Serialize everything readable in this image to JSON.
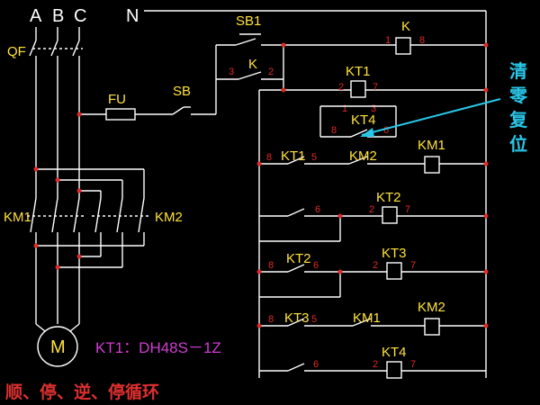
{
  "phases": {
    "a": "A",
    "b": "B",
    "c": "C",
    "n": "N"
  },
  "power": {
    "qf": "QF",
    "fu": "FU",
    "km1": "KM1",
    "km2": "KM2",
    "motor": "M"
  },
  "control": {
    "sb1": "SB1",
    "sb": "SB",
    "k_contact": "K",
    "k_coil": "K",
    "kt1_coil": "KT1",
    "kt4_contact": "KT4",
    "kt1_contact": "KT1",
    "km2_contact": "KM2",
    "km1_coil": "KM1",
    "kt2_coil": "KT2",
    "kt2_contact": "KT2",
    "kt3_coil": "KT3",
    "kt3_contact": "KT3",
    "km1_contact": "KM1",
    "km2_coil": "KM2",
    "kt4_coil": "KT4"
  },
  "pins": {
    "k1": "1",
    "k8": "8",
    "c3": "3",
    "c2": "2",
    "kt1_2": "2",
    "kt1_7": "7",
    "kt1_1": "1",
    "kt1_3": "3",
    "kt4_8": "8",
    "kt4_6": "6",
    "r1_8": "8",
    "r1_5": "5",
    "r2_6": "6",
    "r2_2": "2",
    "r2_7": "7",
    "r3_8": "8",
    "r3_6": "6",
    "r3_2": "2",
    "r3_7": "7",
    "r4_8": "8",
    "r4_5": "5",
    "r5_6": "6",
    "r5_2": "2",
    "r5_7": "7"
  },
  "model_label": "KT1：DH48S－1Z",
  "caption": "顺、停、逆、停循环",
  "note": [
    "清",
    "零",
    "复",
    "位"
  ],
  "colors": {
    "wire": "#ffffff",
    "label": "#ffe23a",
    "node": "#e02828",
    "note": "#29c6e8",
    "caption": "#e03030",
    "model": "#d23cd2"
  }
}
